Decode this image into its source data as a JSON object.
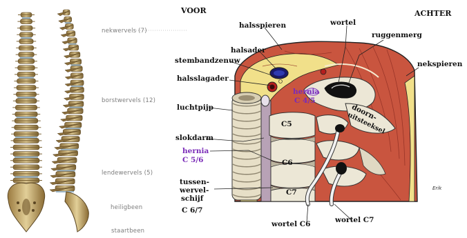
{
  "spine_labels": {
    "neck": "nekwervels (7)",
    "chest": "borstwervels (12)",
    "lumbar": "lendewervels (5)",
    "sacrum": "heiligbeen",
    "tail": "staartbeen"
  },
  "headers": {
    "front": "VOOR",
    "back": "ACHTER"
  },
  "labels": {
    "halsspieren": "halsspieren",
    "wortel": "wortel",
    "ruggenmerg": "ruggenmerg",
    "halsader": "halsader",
    "stembandzenuw": "stembandzenuw",
    "nekspieren": "nekspieren",
    "halsslagader": "halsslagader",
    "luchtpijp": "luchtpijp",
    "slokdarm": "slokdarm",
    "tussenwervelschijf_1": "tussen-",
    "tussenwervelschijf_2": "wervel-",
    "tussenwervelschijf_3": "schijf",
    "c67": "C 6/7",
    "wortel_c6": "wortel C6",
    "wortel_c7": "wortel C7",
    "doornuitsteeksel_1": "doorn-",
    "doornuitsteeksel_2": "uitsteeksel"
  },
  "hernia_labels": {
    "c45_line1": "hernia",
    "c45_line2": "C 4/5",
    "c56_line1": "hernia",
    "c56_line2": "C 5/6"
  },
  "vertebra_labels": {
    "c5": "C5",
    "c6": "C6",
    "c7": "C7"
  },
  "signature": "Erik",
  "colors": {
    "muscle": "#c9553f",
    "muscle_dark": "#8d2d22",
    "fat": "#f1e08a",
    "bone": "#ece7d6",
    "bone_shade": "#bdb5a0",
    "nerve": "#f2f2f2",
    "purple": "#7a2bb8",
    "outline": "#222222"
  }
}
